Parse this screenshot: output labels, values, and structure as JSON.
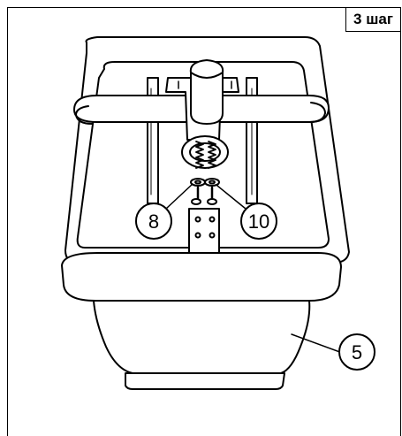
{
  "step_label": "3 шаг",
  "callouts": {
    "c8": "8",
    "c10": "10",
    "c5": "5"
  },
  "colors": {
    "line": "#000000",
    "background": "#ffffff"
  }
}
